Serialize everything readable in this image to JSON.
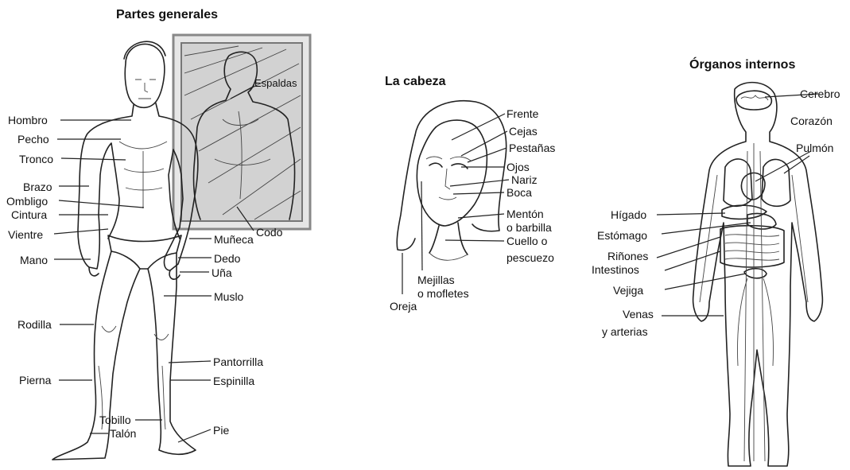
{
  "titles": {
    "general": "Partes generales",
    "head": "La cabeza",
    "organs": "Órganos internos"
  },
  "general": {
    "hombro": "Hombro",
    "pecho": "Pecho",
    "tronco": "Tronco",
    "brazo": "Brazo",
    "ombligo": "Ombligo",
    "cintura": "Cintura",
    "vientre": "Vientre",
    "mano": "Mano",
    "rodilla": "Rodilla",
    "pierna": "Pierna",
    "tobillo": "Tobillo",
    "talon": "Talón",
    "espaldas": "Espaldas",
    "codo": "Codo",
    "muneca": "Muñeca",
    "dedo": "Dedo",
    "una": "Uña",
    "muslo": "Muslo",
    "pantorrilla": "Pantorrilla",
    "espinilla": "Espinilla",
    "pie": "Pie"
  },
  "head": {
    "frente": "Frente",
    "cejas": "Cejas",
    "pestanas": "Pestañas",
    "ojos": "Ojos",
    "nariz": "Nariz",
    "boca": "Boca",
    "menton_1": "Mentón",
    "menton_2": "o barbilla",
    "cuello_1": "Cuello o",
    "cuello_2": "pescuezo",
    "mejillas_1": "Mejillas",
    "mejillas_2": "o mofletes",
    "oreja": "Oreja"
  },
  "organs": {
    "cerebro": "Cerebro",
    "corazon": "Corazón",
    "pulmon": "Pulmón",
    "higado": "Hígado",
    "estomago": "Estómago",
    "rinones": "Riñones",
    "intestinos": "Intestinos",
    "vejiga": "Vejiga",
    "venas_1": "Venas",
    "venas_2": "y arterias"
  },
  "colors": {
    "line": "#222222",
    "frame": "#999999",
    "frame_fill": "#cfcfcf",
    "organ_fill": "#555555"
  }
}
